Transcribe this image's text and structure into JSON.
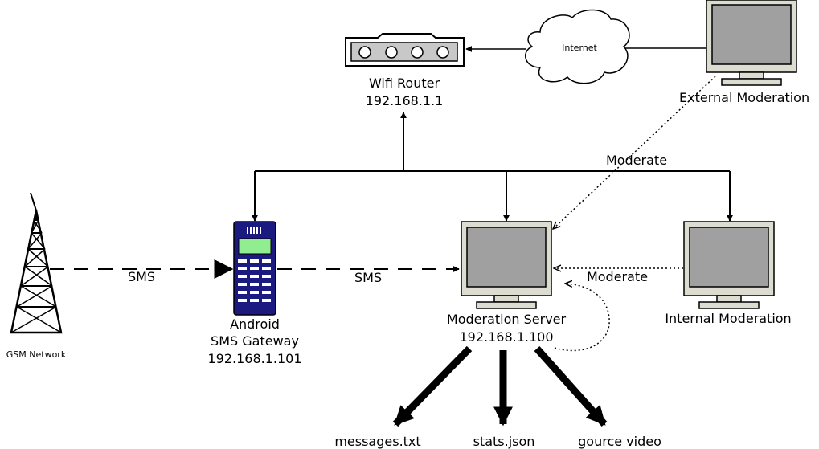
{
  "nodes": {
    "router": {
      "name": "Wifi Router",
      "ip": "192.168.1.1"
    },
    "internet": {
      "name": "Internet"
    },
    "external": {
      "name": "External Moderation"
    },
    "gsm": {
      "name": "GSM Network"
    },
    "gateway": {
      "line1": "Android",
      "line2": "SMS Gateway",
      "ip": "192.168.1.101"
    },
    "server": {
      "name": "Moderation Server",
      "ip": "192.168.1.100"
    },
    "internal": {
      "name": "Internal Moderation"
    }
  },
  "edges": {
    "sms_1": "SMS",
    "sms_2": "SMS",
    "moderate_external": "Moderate",
    "moderate_internal": "Moderate"
  },
  "outputs": [
    "messages.txt",
    "stats.json",
    "gource video"
  ],
  "colors": {
    "monitor_bezel": "#dcdcd0",
    "monitor_screen": "#a0a0a0",
    "phone_body": "#1a1a80",
    "phone_screen": "#90ee90",
    "router_panel": "#c8c8c8"
  }
}
